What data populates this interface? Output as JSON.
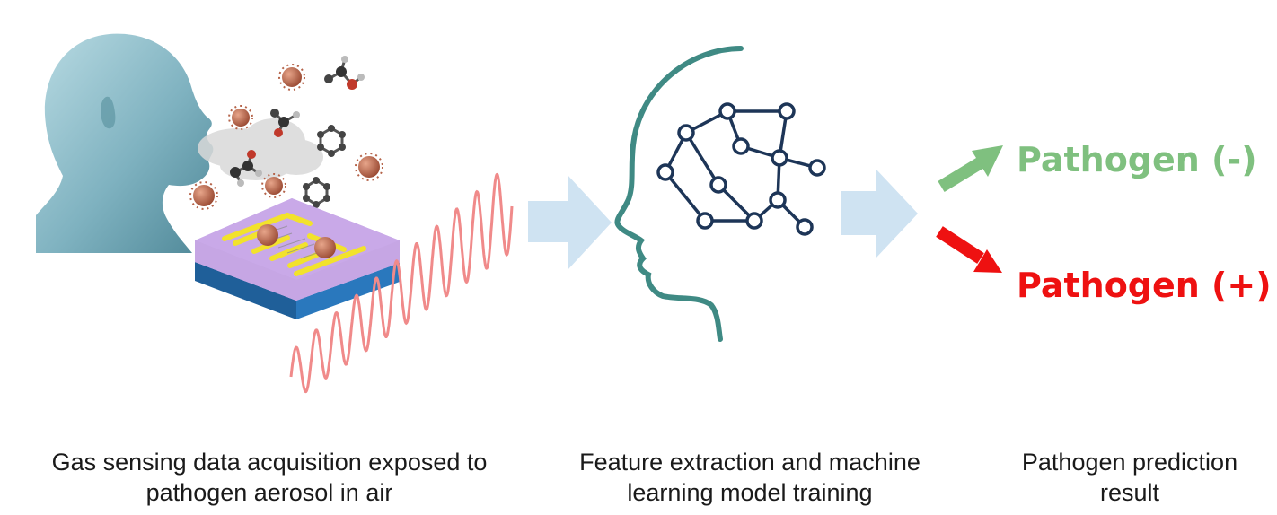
{
  "captions": {
    "step1": {
      "line1": "Gas sensing data acquisition exposed to",
      "line2": "pathogen aerosol in air"
    },
    "step2": {
      "line1": "Feature extraction and machine",
      "line2": "learning model training"
    },
    "step3": {
      "line1": "Pathogen prediction",
      "line2": "result"
    }
  },
  "results": {
    "negative": {
      "label": "Pathogen (-)",
      "color": "#7fc07f"
    },
    "positive": {
      "label": "Pathogen (+)",
      "color": "#ee1111"
    }
  },
  "colors": {
    "flow_arrow": "#cfe3f2",
    "head_silhouette": "#7fb6c2",
    "sensor_top": "#c7a7e6",
    "sensor_side": "#1f6fb1",
    "electrode": "#f2e22c",
    "virus": "#b5644a",
    "signal_wave": "#f08a8a",
    "brain_outline": "#3f8a84",
    "network": "#1d3557"
  },
  "icons": [
    "human-head-icon",
    "virus-icon",
    "molecule-icon",
    "sensor-chip-icon",
    "network-head-icon"
  ]
}
